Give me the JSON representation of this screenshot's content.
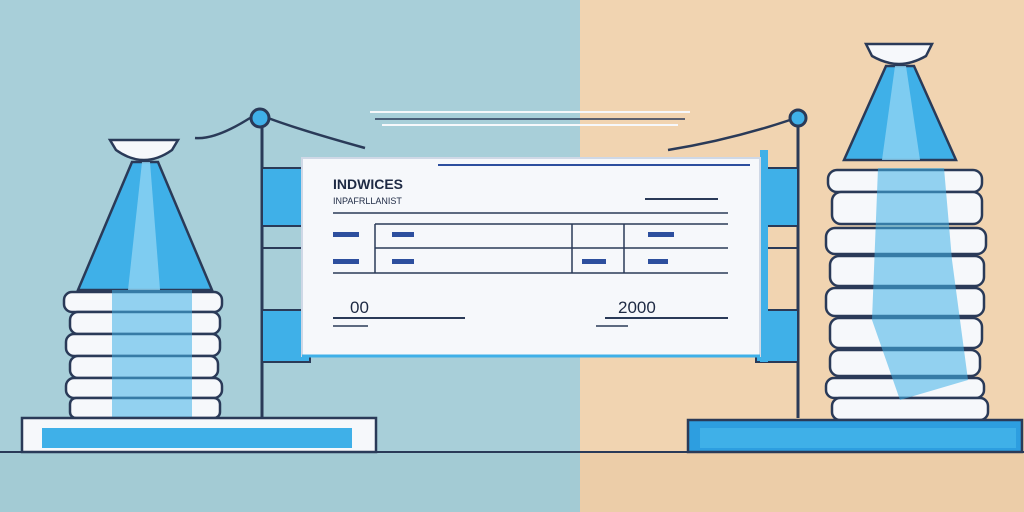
{
  "invoice": {
    "title": "INDWICES",
    "subtitle": "INPAFRLLANIST",
    "amount_left": "00",
    "amount_right": "2000"
  },
  "colors": {
    "bg_left": "#a8cfd9",
    "bg_right": "#f1d4b1",
    "accent_blue": "#3fb0e8",
    "deep_blue": "#2d4f9e",
    "ink": "#2a3a58",
    "paper": "#f6f8fb",
    "floor": "#eef0f2"
  }
}
